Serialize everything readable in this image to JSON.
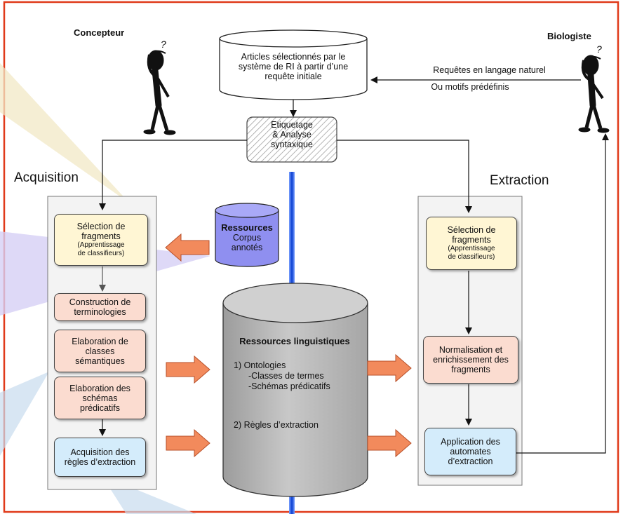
{
  "people": {
    "left": "Concepteur",
    "right": "Biologiste"
  },
  "top_cylinder": {
    "line1": "Articles sélectionnés par le",
    "line2": "système de RI  à partir d’une",
    "line3": "requête initiale"
  },
  "query": {
    "line1": "Requêtes en langage naturel",
    "line2": "Ou motifs prédéfinis"
  },
  "tagging": {
    "line1": "Etiquetage",
    "line2": "& Analyse",
    "line3": "syntaxique"
  },
  "acquisition": {
    "title": "Acquisition",
    "box1": {
      "line1": "Sélection de",
      "line2": "fragments",
      "small1": "(Apprentissage",
      "small2": "de classifieurs)"
    },
    "box2": {
      "line1": "Construction de",
      "line2": "terminologies"
    },
    "box3": {
      "line1": "Elaboration de",
      "line2": "classes",
      "line3": "sémantiques"
    },
    "box4": {
      "line1": "Elaboration des",
      "line2": "schémas",
      "line3": "prédicatifs"
    },
    "box5": {
      "line1": "Acquisition des",
      "line2": "règles d’extraction"
    }
  },
  "extraction": {
    "title": "Extraction",
    "box1": {
      "line1": "Sélection de",
      "line2": "fragments",
      "small1": "(Apprentissage",
      "small2": "de classifieurs)"
    },
    "box2": {
      "line1": "Normalisation et",
      "line2": "enrichissement des",
      "line3": "fragments"
    },
    "box3": {
      "line1": "Application des",
      "line2": "automates",
      "line3": "d’extraction"
    }
  },
  "resources_small": {
    "title": "Ressources",
    "line1": "Corpus",
    "line2": "annotés"
  },
  "resources_big": {
    "title": "Ressources linguistiques",
    "item1": "1) Ontologies",
    "item1a": "-Classes de termes",
    "item1b": "-Schémas prédicatifs",
    "item2": "2) Règles d’extraction"
  },
  "colors": {
    "frame": "#e03a1a",
    "arrow_fill": "#f28a5c",
    "small_cylinder": "#8f8ff0",
    "big_cylinder": "#b4b4b4",
    "divider": "#1b4fd8"
  }
}
